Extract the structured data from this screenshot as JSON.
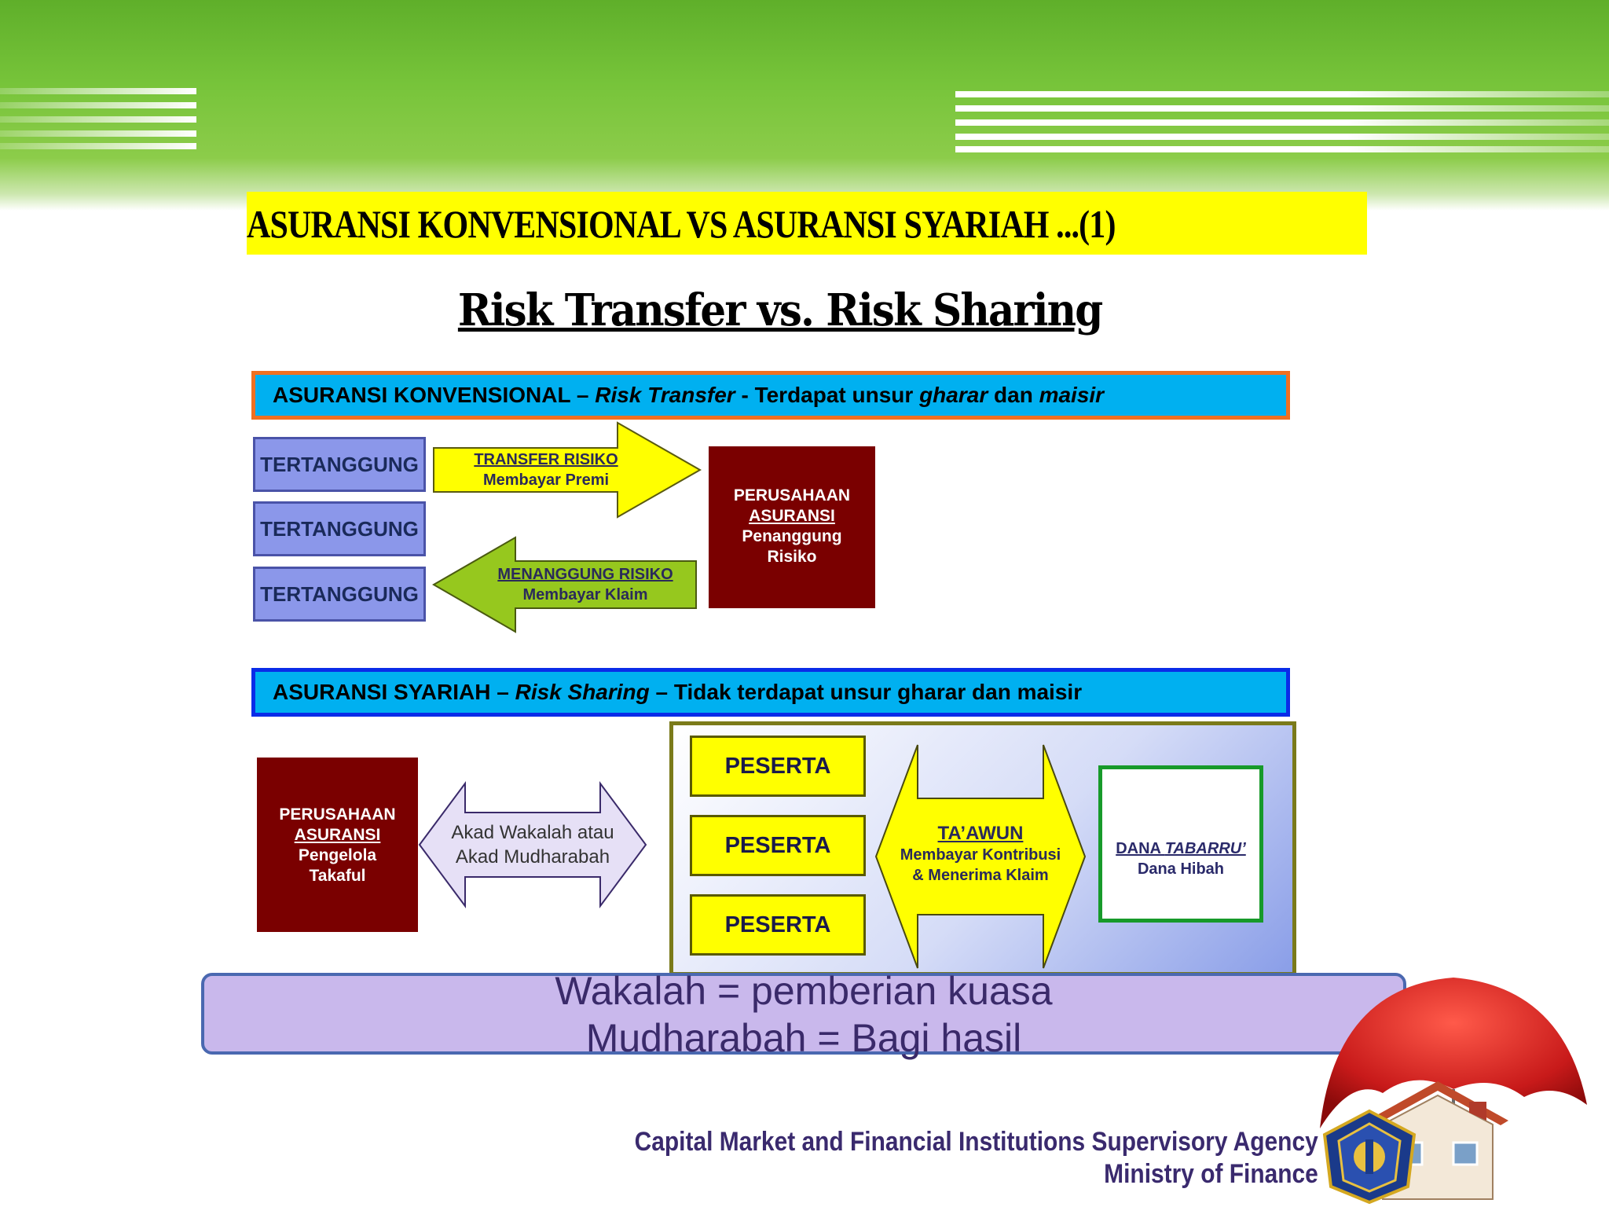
{
  "slide": {
    "title": "ASURANSI KONVENSIONAL VS ASURANSI SYARIAH ...(1)",
    "subtitle": "Risk Transfer vs. Risk Sharing"
  },
  "konvensional": {
    "header_prefix": "ASURANSI KONVENSIONAL – ",
    "header_italic": "Risk Transfer",
    "header_mid": " - Terdapat unsur ",
    "header_italic2": "gharar",
    "header_mid2": " dan ",
    "header_italic3": "maisir",
    "tertanggung": [
      "TERTANGGUNG",
      "TERTANGGUNG",
      "TERTANGGUNG"
    ],
    "transfer_arrow": {
      "title": "TRANSFER RISIKO",
      "sub": "Membayar Premi"
    },
    "menanggung_arrow": {
      "title": "MENANGGUNG RISIKO",
      "sub": "Membayar Klaim"
    },
    "company": {
      "line1": "PERUSAHAAN",
      "line2": "ASURANSI",
      "line3": "Penanggung",
      "line4": "Risiko"
    }
  },
  "syariah": {
    "header_prefix": "ASURANSI SYARIAH – ",
    "header_italic": "Risk Sharing",
    "header_rest": " – Tidak terdapat unsur gharar dan maisir",
    "company": {
      "line1": "PERUSAHAAN",
      "line2": "ASURANSI",
      "line3": "Pengelola",
      "line4": "Takaful"
    },
    "akad_arrow": {
      "line1": "Akad Wakalah atau",
      "line2": "Akad Mudharabah"
    },
    "peserta": [
      "PESERTA",
      "PESERTA",
      "PESERTA"
    ],
    "taawun_arrow": {
      "title": "TA’AWUN",
      "line1": "Membayar Kontribusi",
      "line2": "& Menerima Klaim"
    },
    "tabarru": {
      "prefix": "DANA ",
      "italic": "TABARRU’",
      "sub": "Dana Hibah"
    }
  },
  "note": {
    "line1": "Wakalah = pemberian kuasa",
    "line2": "Mudharabah = Bagi hasil"
  },
  "footer": {
    "line1": "Capital Market and Financial  Institutions Supervisory Agency",
    "line2": "Ministry of  Finance"
  },
  "colors": {
    "banner_green": "#77c43a",
    "title_highlight": "#ffff00",
    "header_blue": "#00b0f0",
    "company_red": "#7a0000",
    "tertanggung_purple": "#8b97ea",
    "note_purple": "#c9b8ec"
  }
}
